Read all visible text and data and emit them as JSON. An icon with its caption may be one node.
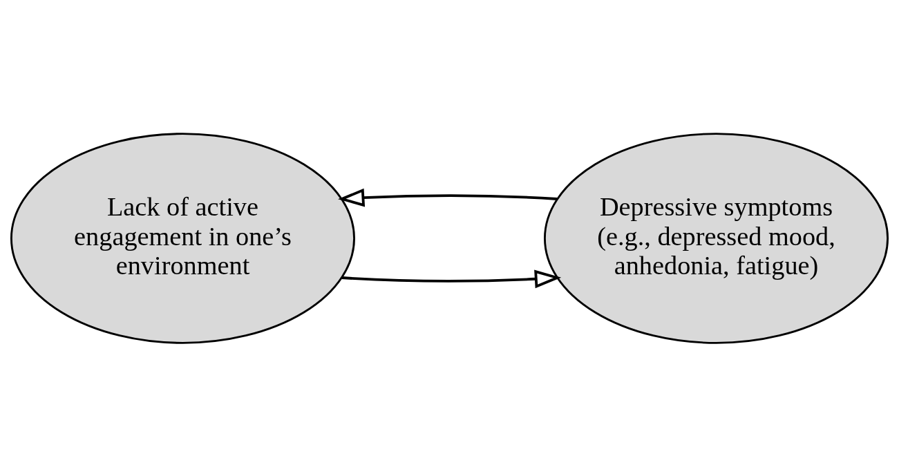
{
  "diagram": {
    "nodes": [
      {
        "text": [
          "Lack of active engagement in one’s environment"
        ]
      },
      {
        "text": [
          "Depressive symptoms (e.g., depressed mood, anhedonia, fatigue)"
        ]
      }
    ],
    "edges": [
      {
        "from": 1,
        "to": 0,
        "arrow": "to"
      },
      {
        "from": 0,
        "to": 1,
        "arrow": "to"
      }
    ]
  }
}
